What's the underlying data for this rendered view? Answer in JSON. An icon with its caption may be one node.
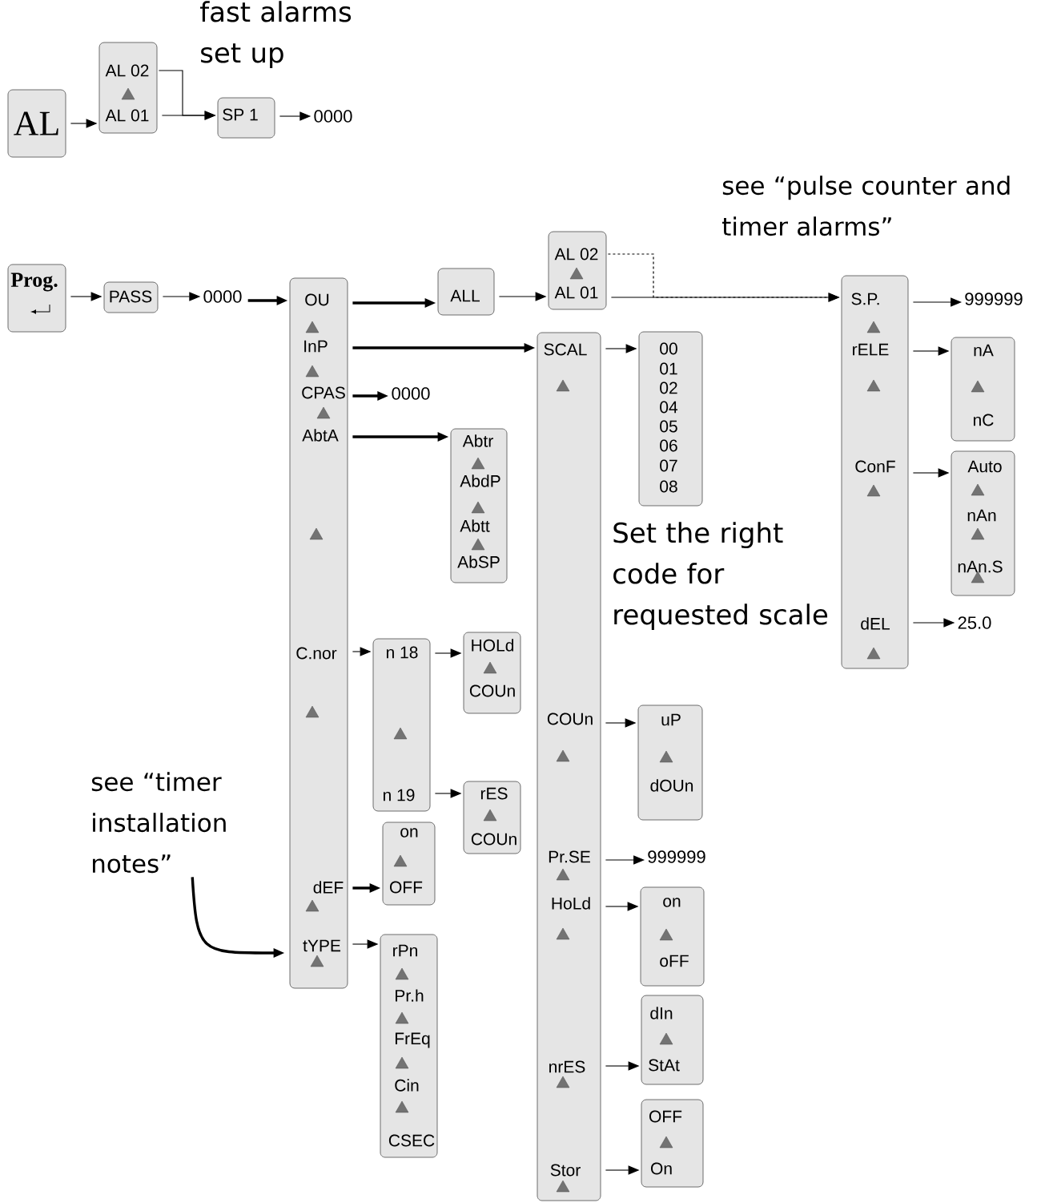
{
  "diagram": {
    "nodes": [
      {
        "text": [
          "AL"
        ]
      },
      {
        "text": [
          "AL 02",
          "AL 01"
        ]
      },
      {
        "text": [
          "SP 1"
        ]
      },
      {
        "text": [
          "0000"
        ]
      },
      {
        "text": [
          "Prog."
        ]
      },
      {
        "text": [
          "PASS"
        ]
      },
      {
        "text": [
          "0000"
        ]
      },
      {
        "text": [
          "OU",
          "InP",
          "CPAS",
          "AbtA",
          "C.nor",
          "dEF",
          "tYPE"
        ]
      },
      {
        "text": [
          "0000"
        ]
      },
      {
        "text": [
          "ALL"
        ]
      },
      {
        "text": [
          "AL 02",
          "AL 01"
        ]
      },
      {
        "text": [
          "SCAL",
          "COUn",
          "Pr.SE",
          "HoLd",
          "nrES",
          "Stor"
        ]
      },
      {
        "text": [
          "00",
          "01",
          "02",
          "04",
          "05",
          "06",
          "07",
          "08"
        ]
      },
      {
        "text": [
          "Abtr",
          "AbdP",
          "Abtt",
          "AbSP"
        ]
      },
      {
        "text": [
          "n 18",
          "n 19"
        ]
      },
      {
        "text": [
          "HOLd",
          "COUn"
        ]
      },
      {
        "text": [
          "rES",
          "COUn"
        ]
      },
      {
        "text": [
          "on",
          "OFF"
        ]
      },
      {
        "text": [
          "rPn",
          "Pr.h",
          "FrEq",
          "Cin",
          "CSEC"
        ]
      },
      {
        "text": [
          "S.P.",
          "rELE",
          "ConF",
          "dEL"
        ]
      },
      {
        "text": [
          "999999"
        ]
      },
      {
        "text": [
          "nA",
          "nC"
        ]
      },
      {
        "text": [
          "Auto",
          "nAn",
          "nAn.S"
        ]
      },
      {
        "text": [
          "25.0"
        ]
      },
      {
        "text": [
          "uP",
          "dOUn"
        ]
      },
      {
        "text": [
          "999999"
        ]
      },
      {
        "text": [
          "on",
          "oFF"
        ]
      },
      {
        "text": [
          "dIn",
          "StAt"
        ]
      },
      {
        "text": [
          "OFF",
          "On"
        ]
      },
      {
        "text": [
          "see “timer installation notes”"
        ]
      }
    ],
    "edges": [
      {
        "from": 0,
        "to": 1,
        "arrow": "to"
      },
      {
        "from": 1,
        "to": 2,
        "arrow": "to"
      },
      {
        "from": 1,
        "to": 2,
        "arrow": "to"
      },
      {
        "from": 2,
        "to": 3,
        "arrow": "to"
      },
      {
        "from": 4,
        "to": 5,
        "arrow": "to"
      },
      {
        "from": 5,
        "to": 6,
        "arrow": "to"
      },
      {
        "from": 6,
        "to": 7,
        "arrow": "to",
        "style": "thick"
      },
      {
        "from": 7,
        "to": 9,
        "arrow": "to",
        "style": "thick"
      },
      {
        "from": 9,
        "to": 10,
        "arrow": "to"
      },
      {
        "from": 10,
        "to": 19,
        "arrow": "to"
      },
      {
        "from": 10,
        "to": 19,
        "arrow": "to",
        "style": "dashed"
      },
      {
        "from": 7,
        "to": 11,
        "arrow": "to",
        "style": "thick"
      },
      {
        "from": 7,
        "to": 8,
        "arrow": "to",
        "style": "thick"
      },
      {
        "from": 7,
        "to": 13,
        "arrow": "to",
        "style": "thick"
      },
      {
        "from": 7,
        "to": 14,
        "arrow": "to"
      },
      {
        "from": 14,
        "to": 15,
        "arrow": "to"
      },
      {
        "from": 14,
        "to": 16,
        "arrow": "to"
      },
      {
        "from": 7,
        "to": 17,
        "arrow": "to",
        "style": "thick"
      },
      {
        "from": 7,
        "to": 18,
        "arrow": "to"
      },
      {
        "from": 29,
        "to": 7,
        "arrow": "to",
        "style": "thick"
      },
      {
        "from": 11,
        "to": 12,
        "arrow": "to"
      },
      {
        "from": 11,
        "to": 24,
        "arrow": "to"
      },
      {
        "from": 11,
        "to": 25,
        "arrow": "to"
      },
      {
        "from": 11,
        "to": 26,
        "arrow": "to"
      },
      {
        "from": 11,
        "to": 27,
        "arrow": "to"
      },
      {
        "from": 11,
        "to": 28,
        "arrow": "to"
      },
      {
        "from": 19,
        "to": 20,
        "arrow": "to"
      },
      {
        "from": 19,
        "to": 21,
        "arrow": "to"
      },
      {
        "from": 19,
        "to": 22,
        "arrow": "to"
      },
      {
        "from": 19,
        "to": 23,
        "arrow": "to"
      }
    ],
    "labels": [
      "fast alarms set up",
      "see “pulse counter and timer alarms”",
      "Set the right code for requested scale"
    ]
  }
}
